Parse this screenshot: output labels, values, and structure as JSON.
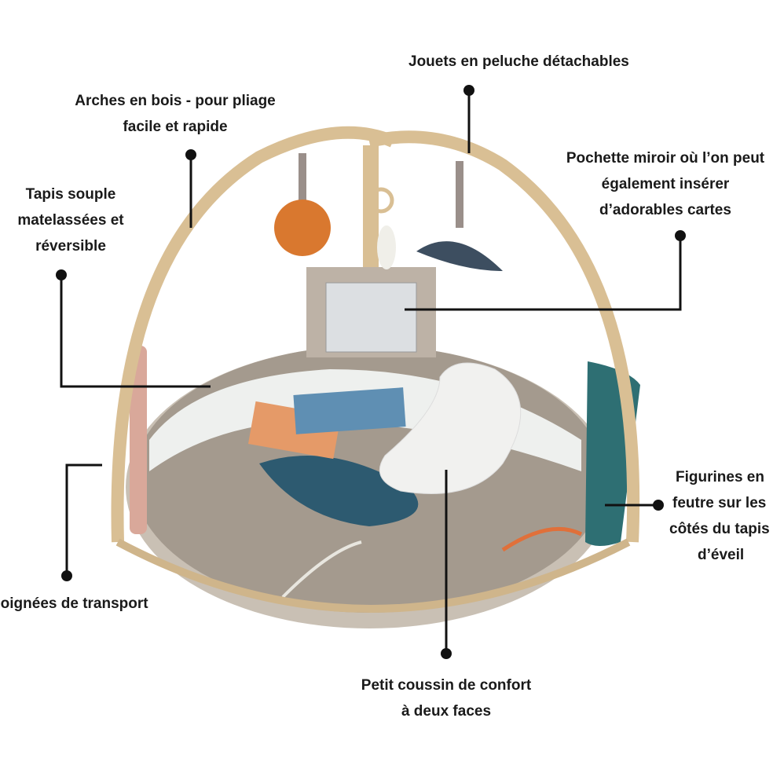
{
  "callouts": {
    "toys": {
      "lines": [
        "Jouets en peluche détachables"
      ]
    },
    "arches": {
      "lines": [
        "Arches en bois - pour pliage",
        "facile et rapide"
      ]
    },
    "mirror": {
      "lines": [
        "Pochette miroir où l’on peut",
        "également insérer",
        "d’adorables cartes"
      ]
    },
    "mat": {
      "lines": [
        "Tapis souple",
        "matelassées et",
        "réversible"
      ]
    },
    "figurines": {
      "lines": [
        "Figurines en",
        "feutre sur les",
        "côtés du tapis",
        "d’éveil"
      ]
    },
    "handles": {
      "lines": [
        "Poignées de transport"
      ]
    },
    "cushion": {
      "lines": [
        "Petit coussin de confort",
        "à deux faces"
      ]
    }
  },
  "colors": {
    "wood": "#d9bf94",
    "mat": "#a49a8e",
    "teal": "#2e6f73",
    "line": "#111111"
  }
}
